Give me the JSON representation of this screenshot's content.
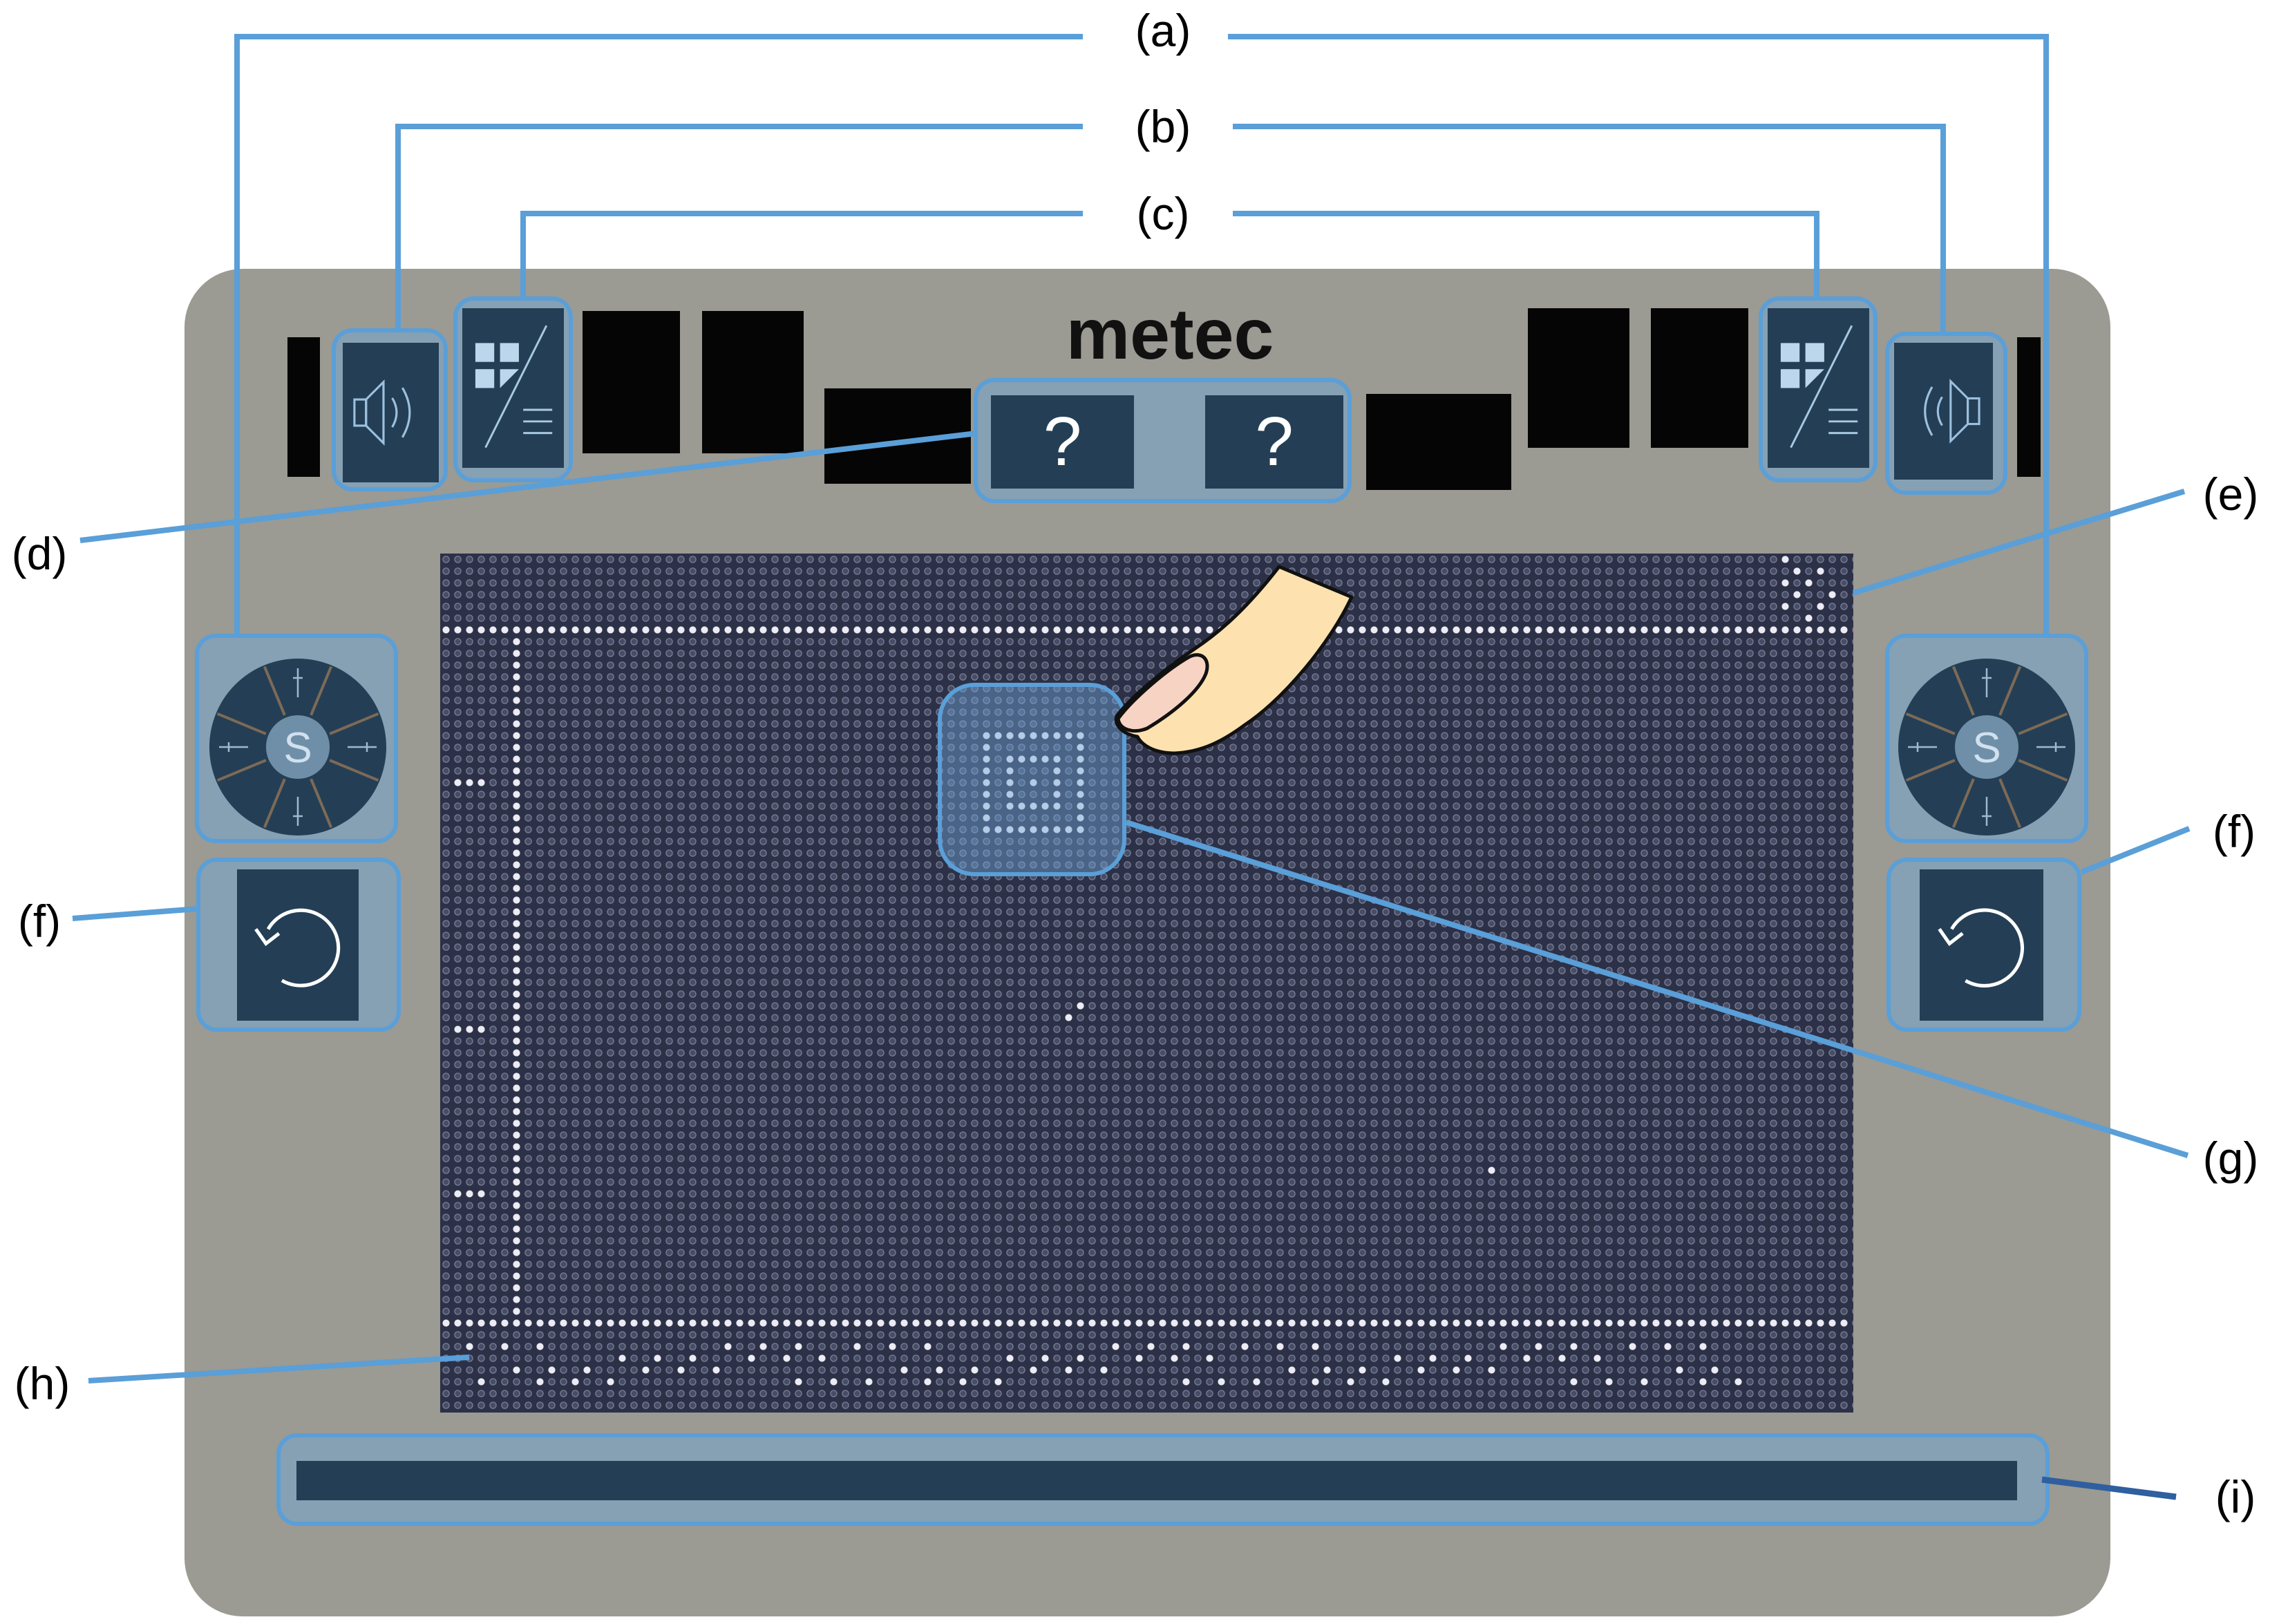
{
  "figure": {
    "callouts": {
      "a": "(a)",
      "b": "(b)",
      "c": "(c)",
      "d": "(d)",
      "e": "(e)",
      "f_left": "(f)",
      "f_right": "(f)",
      "g": "(g)",
      "h": "(h)",
      "i": "(i)"
    }
  },
  "device": {
    "brand": "metec",
    "help_buttons": {
      "left": "?",
      "right": "?"
    },
    "navigation_wheels": {
      "left_center": "S",
      "right_center": "S"
    },
    "icons": {
      "volume_left": "speaker-icon",
      "volume_right": "speaker-icon",
      "layout_left": "layout-toggle-icon",
      "layout_right": "layout-toggle-icon",
      "navigation": "navigation-wheel-icon",
      "undo": "undo-icon",
      "pointer": "finger-icon"
    }
  },
  "colors": {
    "leader_line": "#5a9fd8",
    "leader_line_i": "#2f5f9f",
    "device_body": "#9b9a93",
    "control_highlight": "#86a0b4",
    "button_dark": "#243f55",
    "display_background": "#2c3147"
  }
}
